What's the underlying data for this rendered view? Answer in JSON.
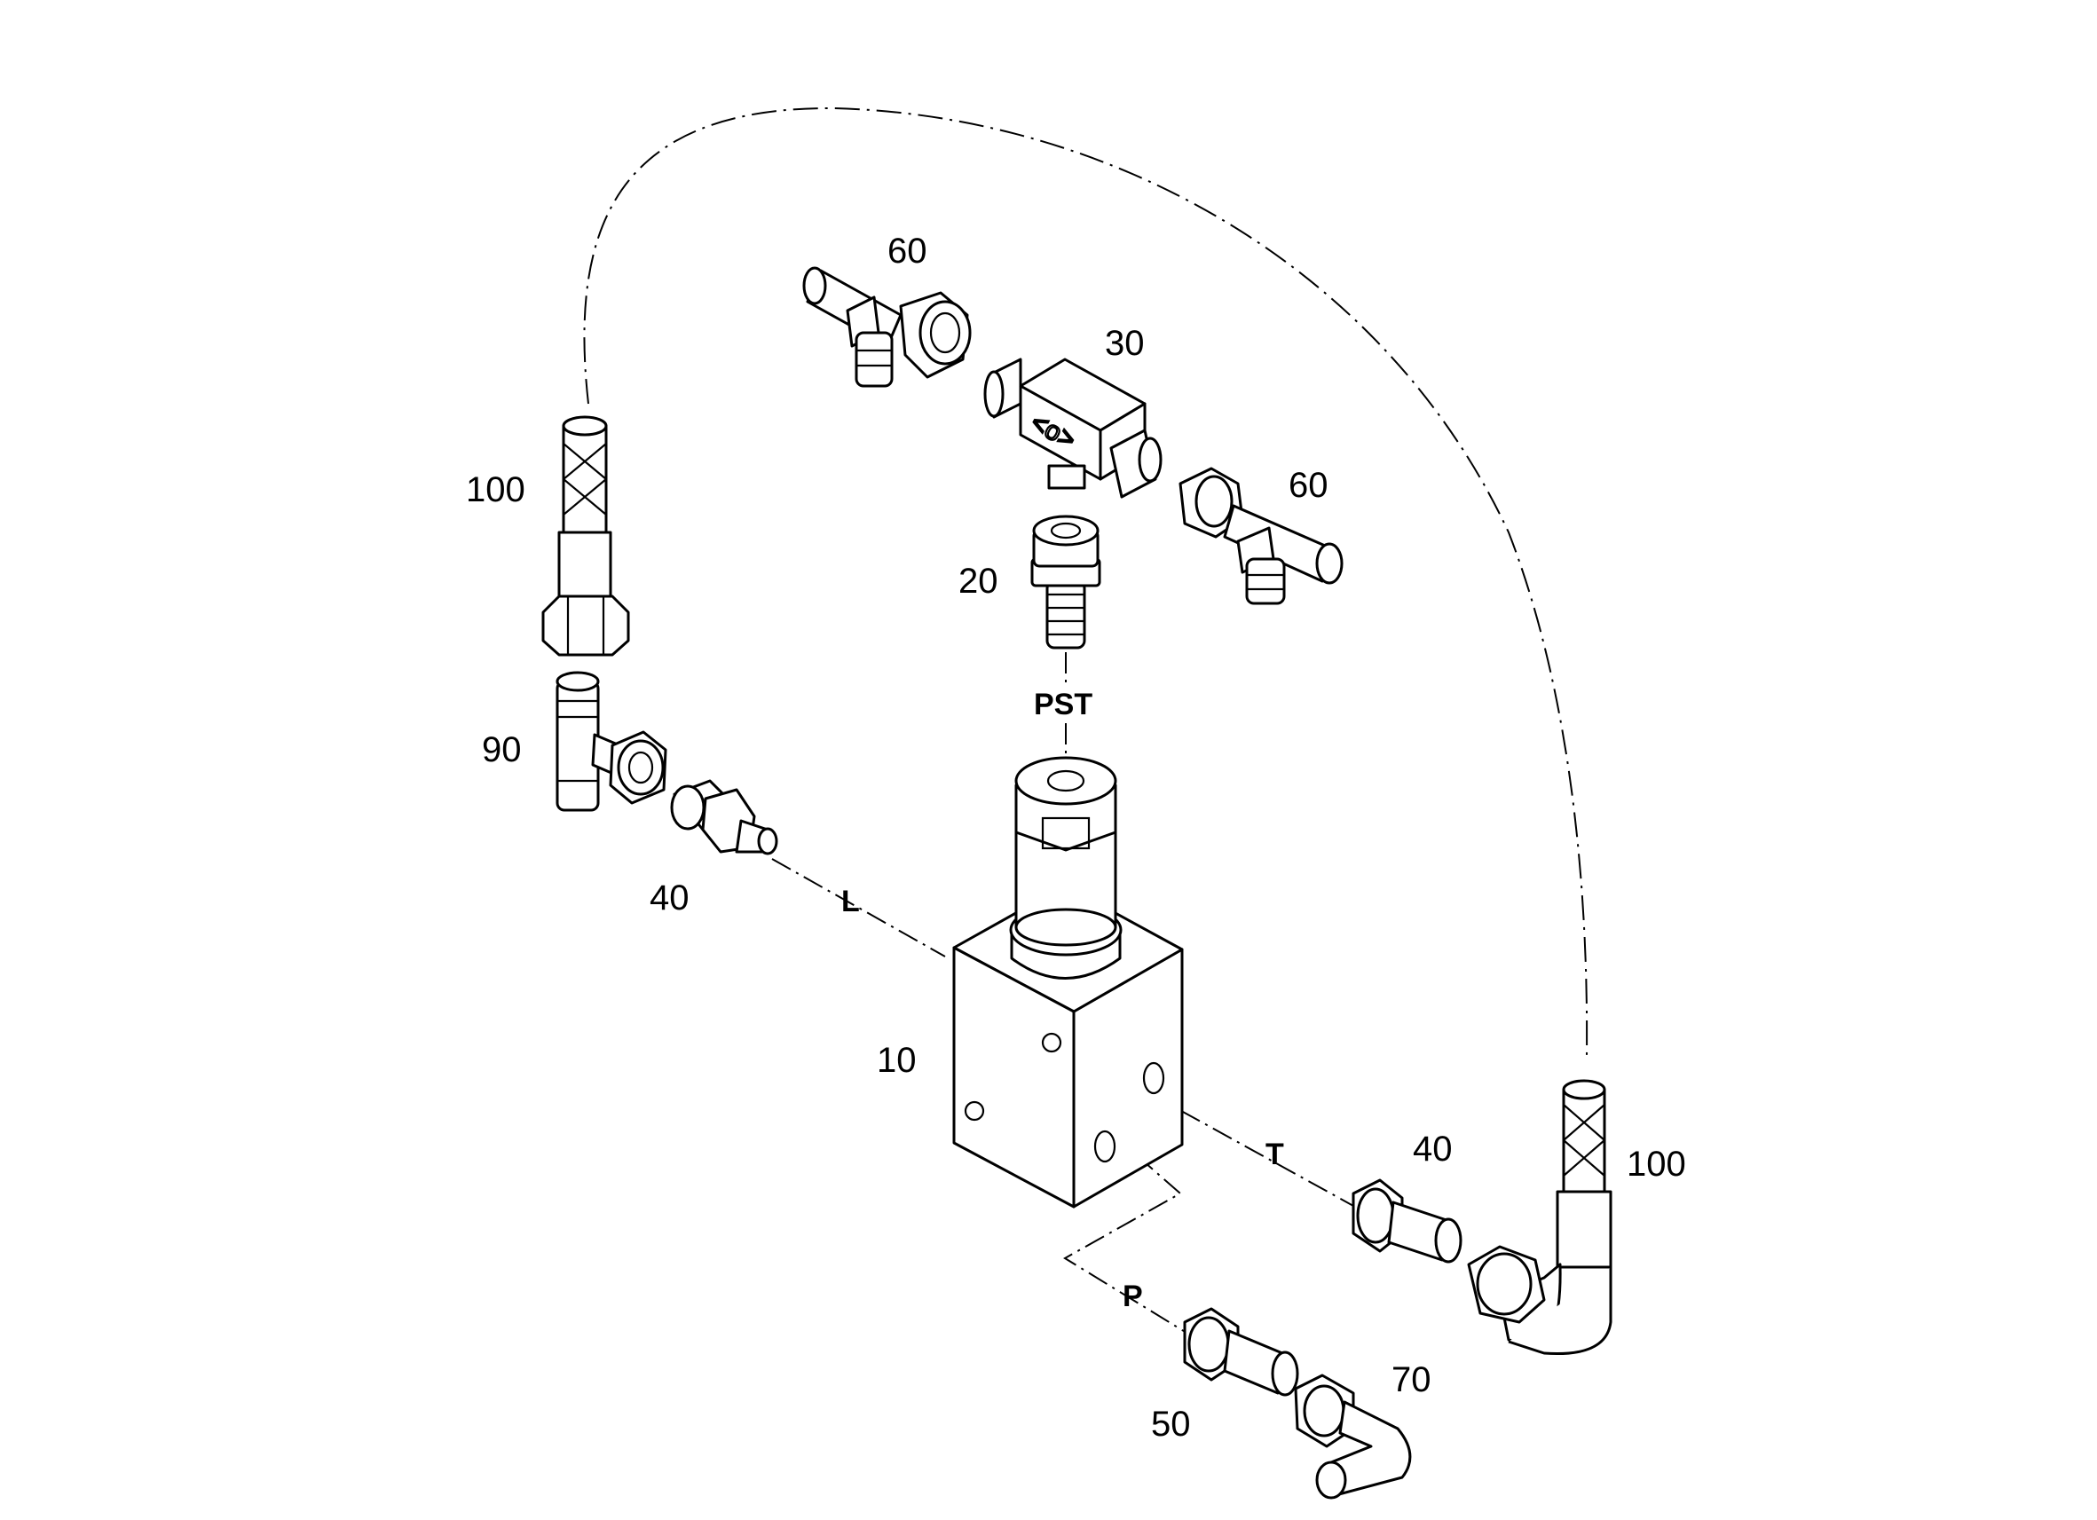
{
  "callouts": {
    "part_10": "10",
    "part_20": "20",
    "part_30": "30",
    "part_40_left": "40",
    "part_40_right": "40",
    "part_50": "50",
    "part_60_top": "60",
    "part_60_right": "60",
    "part_70": "70",
    "part_90": "90",
    "part_100_left": "100",
    "part_100_right": "100"
  },
  "ports": {
    "pst": "PST",
    "l": "L",
    "t": "T",
    "p": "P"
  }
}
